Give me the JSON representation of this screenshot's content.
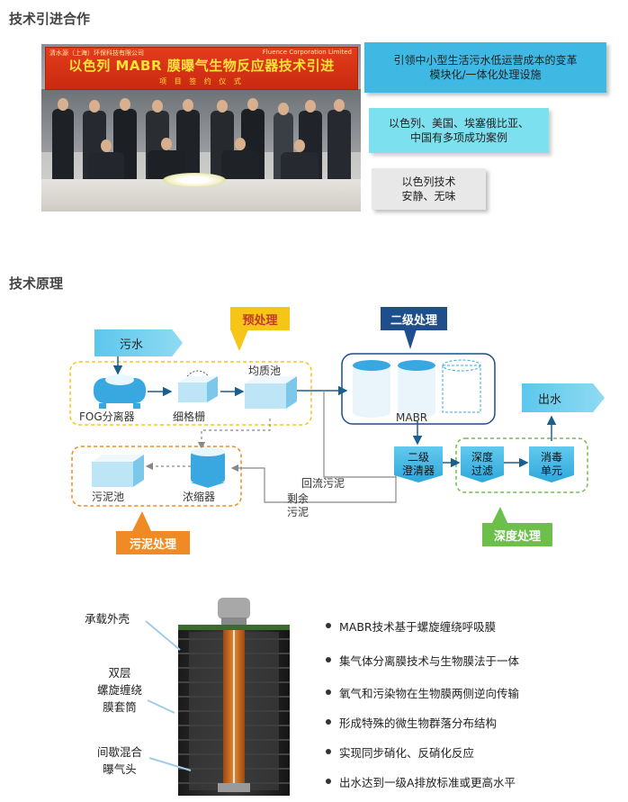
{
  "section1": {
    "title": "技术引进合作",
    "banner_company_left": "清水源（上海）环保科技有限公司",
    "banner_company_right": "Fluence Corporation Limited",
    "banner_title": "以色列 MABR 膜曝气生物反应器技术引进",
    "banner_subtitle": "项 目 签 约 仪 式",
    "callouts": [
      {
        "line1": "引领中小型生活污水低运营成本的变革",
        "line2": "模块化/一体化处理设施"
      },
      {
        "line1": "以色列、美国、埃塞俄比亚、",
        "line2": "中国有多项成功案例"
      },
      {
        "line1": "以色列技术",
        "line2": "安静、无味"
      }
    ]
  },
  "section2": {
    "title": "技术原理",
    "tags": {
      "pre": "预处理",
      "secondary": "二级处理",
      "sludge": "污泥处理",
      "advanced": "深度处理"
    },
    "inlet": "污水",
    "outlet": "出水",
    "units": {
      "fog": "FOG分离器",
      "screen": "细格栅",
      "equalization": "均质池",
      "mabr": "MABR",
      "clarifier_line1": "二级",
      "clarifier_line2": "澄清器",
      "filter_line1": "深度",
      "filter_line2": "过滤",
      "disinfect_line1": "消毒",
      "disinfect_line2": "单元",
      "sludge_tank": "污泥池",
      "thickener": "浓缩器",
      "return_sludge": "回流污泥",
      "excess_line1": "剩余",
      "excess_line2": "污泥"
    },
    "colors": {
      "pre": "#f5c518",
      "secondary": "#1f4e8c",
      "sludge": "#f08a24",
      "advanced": "#6cc04a"
    }
  },
  "section3": {
    "labels": {
      "shell": "承载外壳",
      "membrane_line1": "双层",
      "membrane_line2": "螺旋缠绕",
      "membrane_line3": "膜套筒",
      "aerator_line1": "间歇混合",
      "aerator_line2": "曝气头"
    },
    "bullets": [
      "MABR技术基于螺旋缠绕呼吸膜",
      "集气体分离膜技术与生物膜法于一体",
      "氧气和污染物在生物膜两侧逆向传输",
      "形成特殊的微生物群落分布结构",
      "实现同步硝化、反硝化反应",
      "出水达到一级A排放标准或更高水平"
    ]
  }
}
